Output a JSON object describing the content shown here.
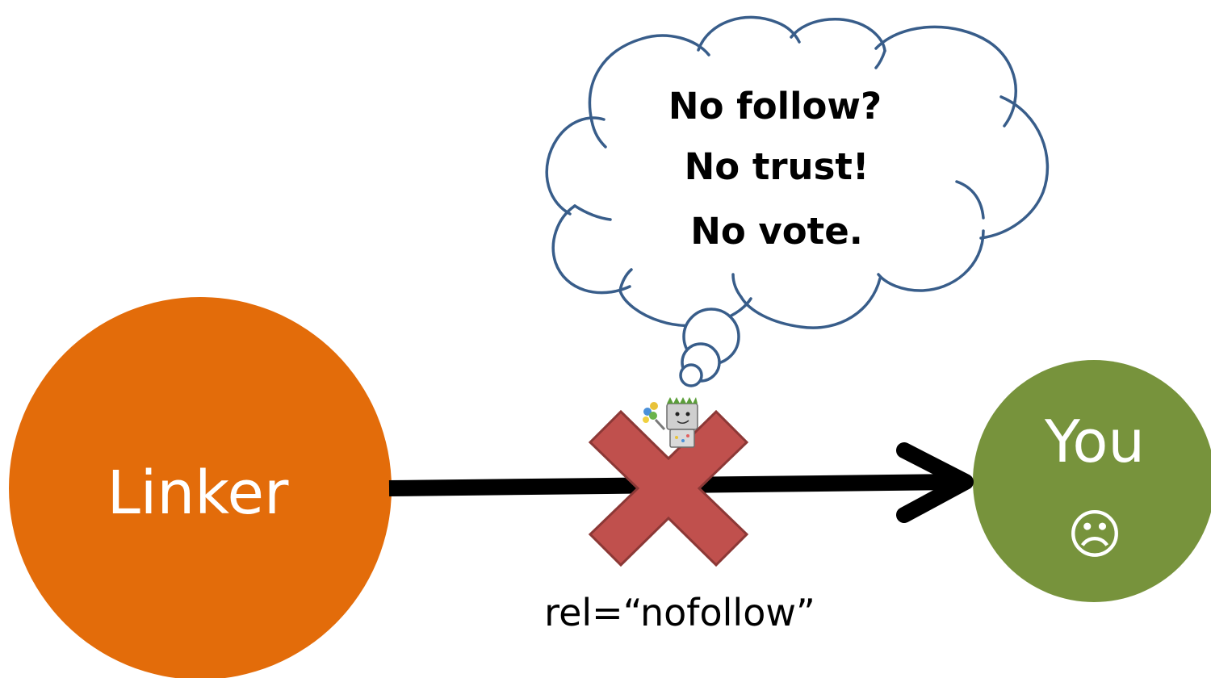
{
  "linker": {
    "label": "Linker",
    "color": "#E36C0A"
  },
  "target": {
    "label": "You",
    "emoticon": "☹",
    "color": "#77933C"
  },
  "link": {
    "caption": "rel=“nofollow”",
    "color": "#000000"
  },
  "blocked_mark": {
    "icon": "cross-icon",
    "color": "#C0504D"
  },
  "thought": {
    "lines": [
      "No follow?",
      "No trust!",
      "No vote."
    ],
    "outline_color": "#385D8A"
  },
  "mascot": {
    "icon": "googlebot-robot-icon"
  }
}
